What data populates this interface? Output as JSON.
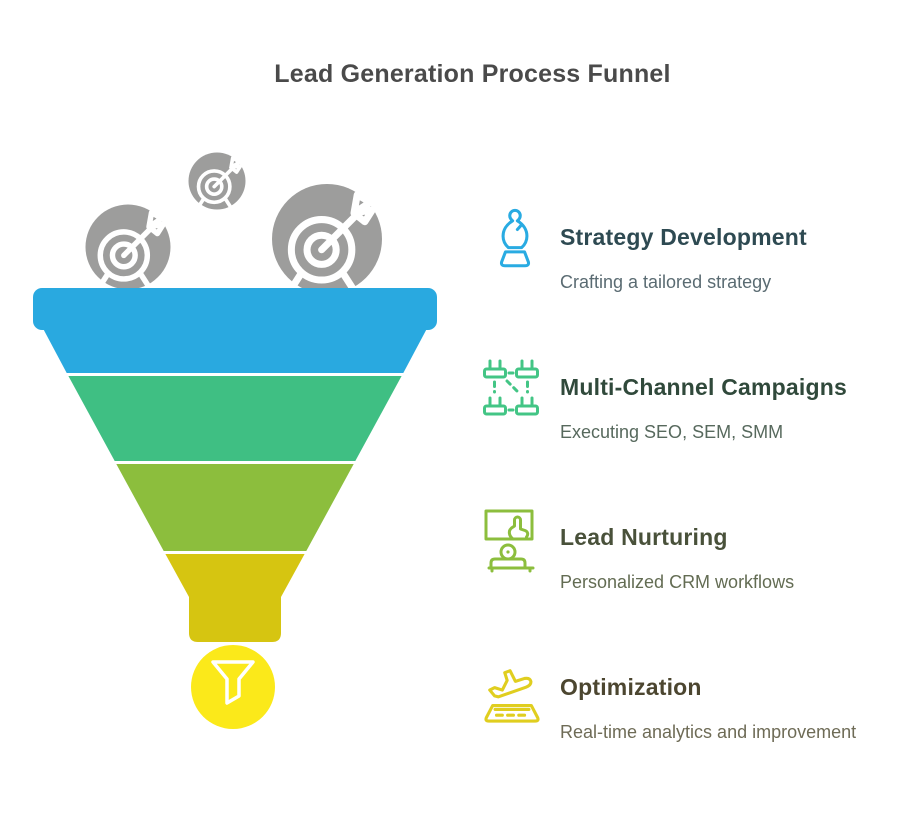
{
  "title": "Lead Generation Process Funnel",
  "palette": {
    "title_text": "#4A4A4A",
    "lead_ball_gray": "#9D9D9C",
    "outlet_yellow": "#FBE91A"
  },
  "funnel": {
    "incoming_lead_icon": "target-arrow-icon",
    "outlet_icon": "funnel-icon",
    "stages": [
      {
        "name": "stage-1",
        "color": "#29A9E0"
      },
      {
        "name": "stage-2",
        "color": "#3FBF83"
      },
      {
        "name": "stage-3",
        "color": "#8CBE3D"
      },
      {
        "name": "stage-4",
        "color": "#D6C511"
      }
    ]
  },
  "steps": [
    {
      "icon": "chess-bishop-icon",
      "accent": "#29ABE2",
      "heading_color": "#2E4A52",
      "subtitle_color": "#5A6B72",
      "title": "Strategy Development",
      "subtitle": "Crafting a tailored strategy"
    },
    {
      "icon": "multi-channel-network-icon",
      "accent": "#43C585",
      "heading_color": "#30493B",
      "subtitle_color": "#57695D",
      "title": "Multi-Channel Campaigns",
      "subtitle": "Executing SEO, SEM, SMM"
    },
    {
      "icon": "crm-screen-tap-icon",
      "accent": "#8CBE3D",
      "heading_color": "#49513A",
      "subtitle_color": "#636C53",
      "title": "Lead Nurturing",
      "subtitle": "Personalized CRM workflows"
    },
    {
      "icon": "plane-takeoff-icon",
      "accent": "#E0CE1F",
      "heading_color": "#4C4630",
      "subtitle_color": "#6E6B56",
      "title": "Optimization",
      "subtitle": "Real-time analytics and improvement"
    }
  ]
}
